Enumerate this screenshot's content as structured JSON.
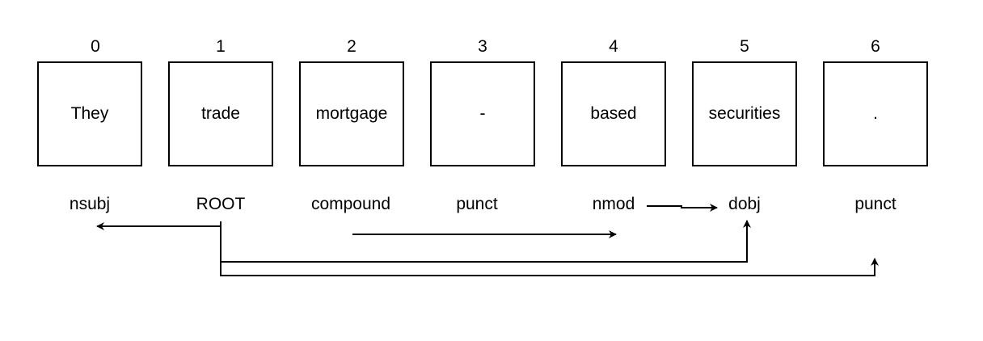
{
  "tokens": [
    {
      "index": "0",
      "word": "They",
      "dep": "nsubj"
    },
    {
      "index": "1",
      "word": "trade",
      "dep": "ROOT"
    },
    {
      "index": "2",
      "word": "mortgage",
      "dep": "compound"
    },
    {
      "index": "3",
      "word": "-",
      "dep": "punct"
    },
    {
      "index": "4",
      "word": "based",
      "dep": "nmod"
    },
    {
      "index": "5",
      "word": "securities",
      "dep": "dobj"
    },
    {
      "index": "6",
      "word": ".",
      "dep": "punct"
    }
  ],
  "edges": [
    {
      "from": "ROOT",
      "to": "nsubj"
    },
    {
      "from": "compound",
      "to": "nmod"
    },
    {
      "from": "nmod",
      "to": "dobj"
    },
    {
      "from": "ROOT",
      "to": "dobj"
    },
    {
      "from": "ROOT",
      "to": "punct"
    }
  ]
}
